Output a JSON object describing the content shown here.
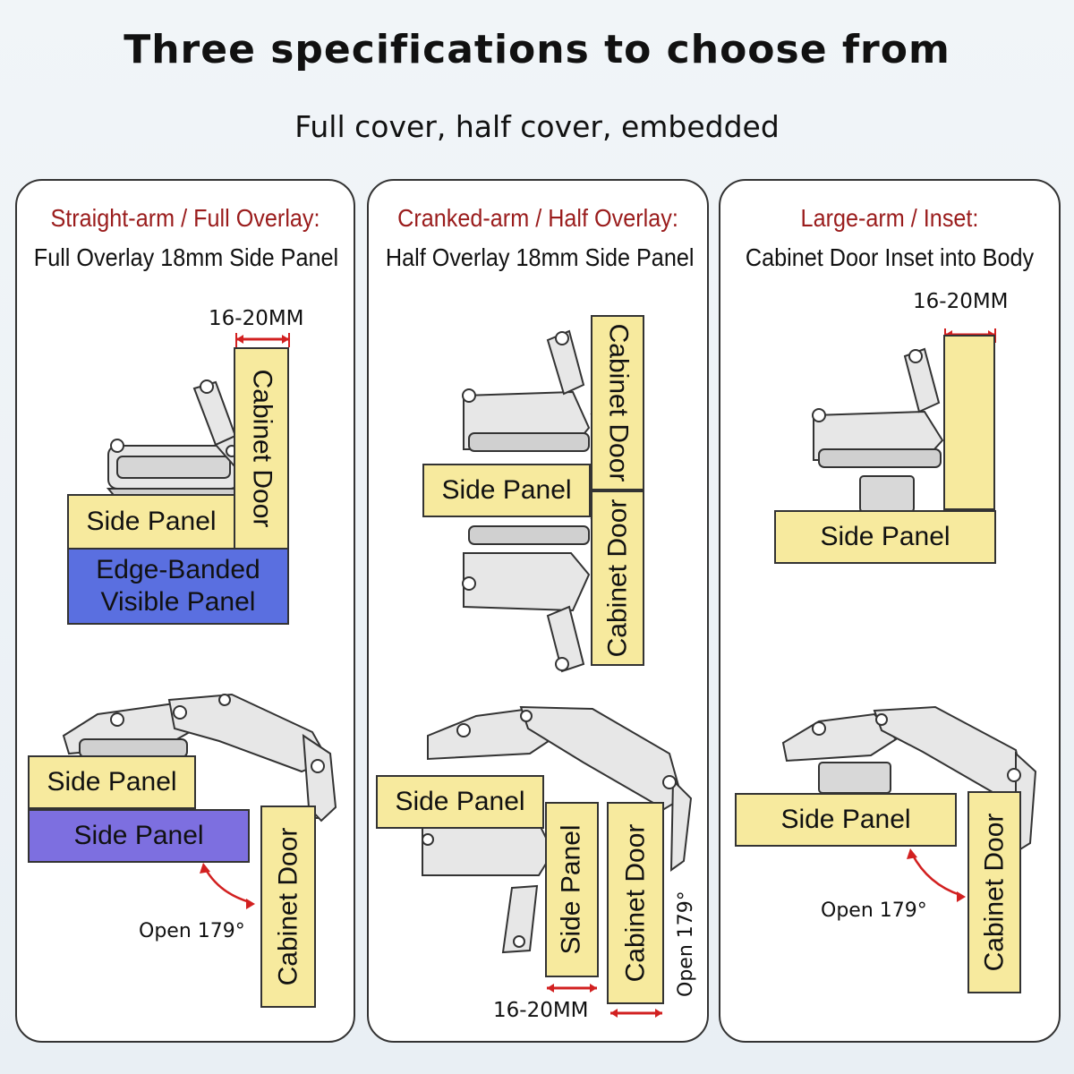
{
  "header": {
    "title": "Three specifications to choose from",
    "subtitle": "Full cover, half cover, embedded"
  },
  "cards": [
    {
      "heading": "Straight-arm / Full Overlay:",
      "subheading": "Full Overlay 18mm Side Panel",
      "dimension": "16-20MM",
      "top_labels": {
        "side_panel": "Side Panel",
        "cabinet_door": "Cabinet Door",
        "edge_banded_line1": "Edge-Banded",
        "edge_banded_line2": "Visible Panel"
      },
      "bottom_labels": {
        "side_panel_1": "Side Panel",
        "side_panel_2": "Side Panel",
        "cabinet_door": "Cabinet Door",
        "open": "Open 179°"
      }
    },
    {
      "heading": "Cranked-arm / Half Overlay:",
      "subheading": "Half Overlay 18mm Side Panel",
      "top_labels": {
        "side_panel": "Side Panel",
        "cabinet_door_upper": "Cabinet Door",
        "cabinet_door_lower": "Cabinet Door"
      },
      "bottom_labels": {
        "side_panel": "Side Panel",
        "side_panel_vertical": "Side Panel",
        "cabinet_door": "Cabinet Door",
        "open": "Open 179°",
        "dimension": "16-20MM"
      }
    },
    {
      "heading": "Large-arm / Inset:",
      "subheading": "Cabinet Door Inset into Body",
      "dimension": "16-20MM",
      "top_labels": {
        "side_panel": "Side Panel"
      },
      "bottom_labels": {
        "side_panel": "Side Panel",
        "cabinet_door": "Cabinet Door",
        "open": "Open 179°"
      }
    }
  ],
  "colors": {
    "panel": "#f7ea9e",
    "edge_band": "#5a6fe0",
    "side_panel_purple": "#7d6fe0",
    "heading_red": "#9a1c1c",
    "dimension_red": "#d22020"
  }
}
